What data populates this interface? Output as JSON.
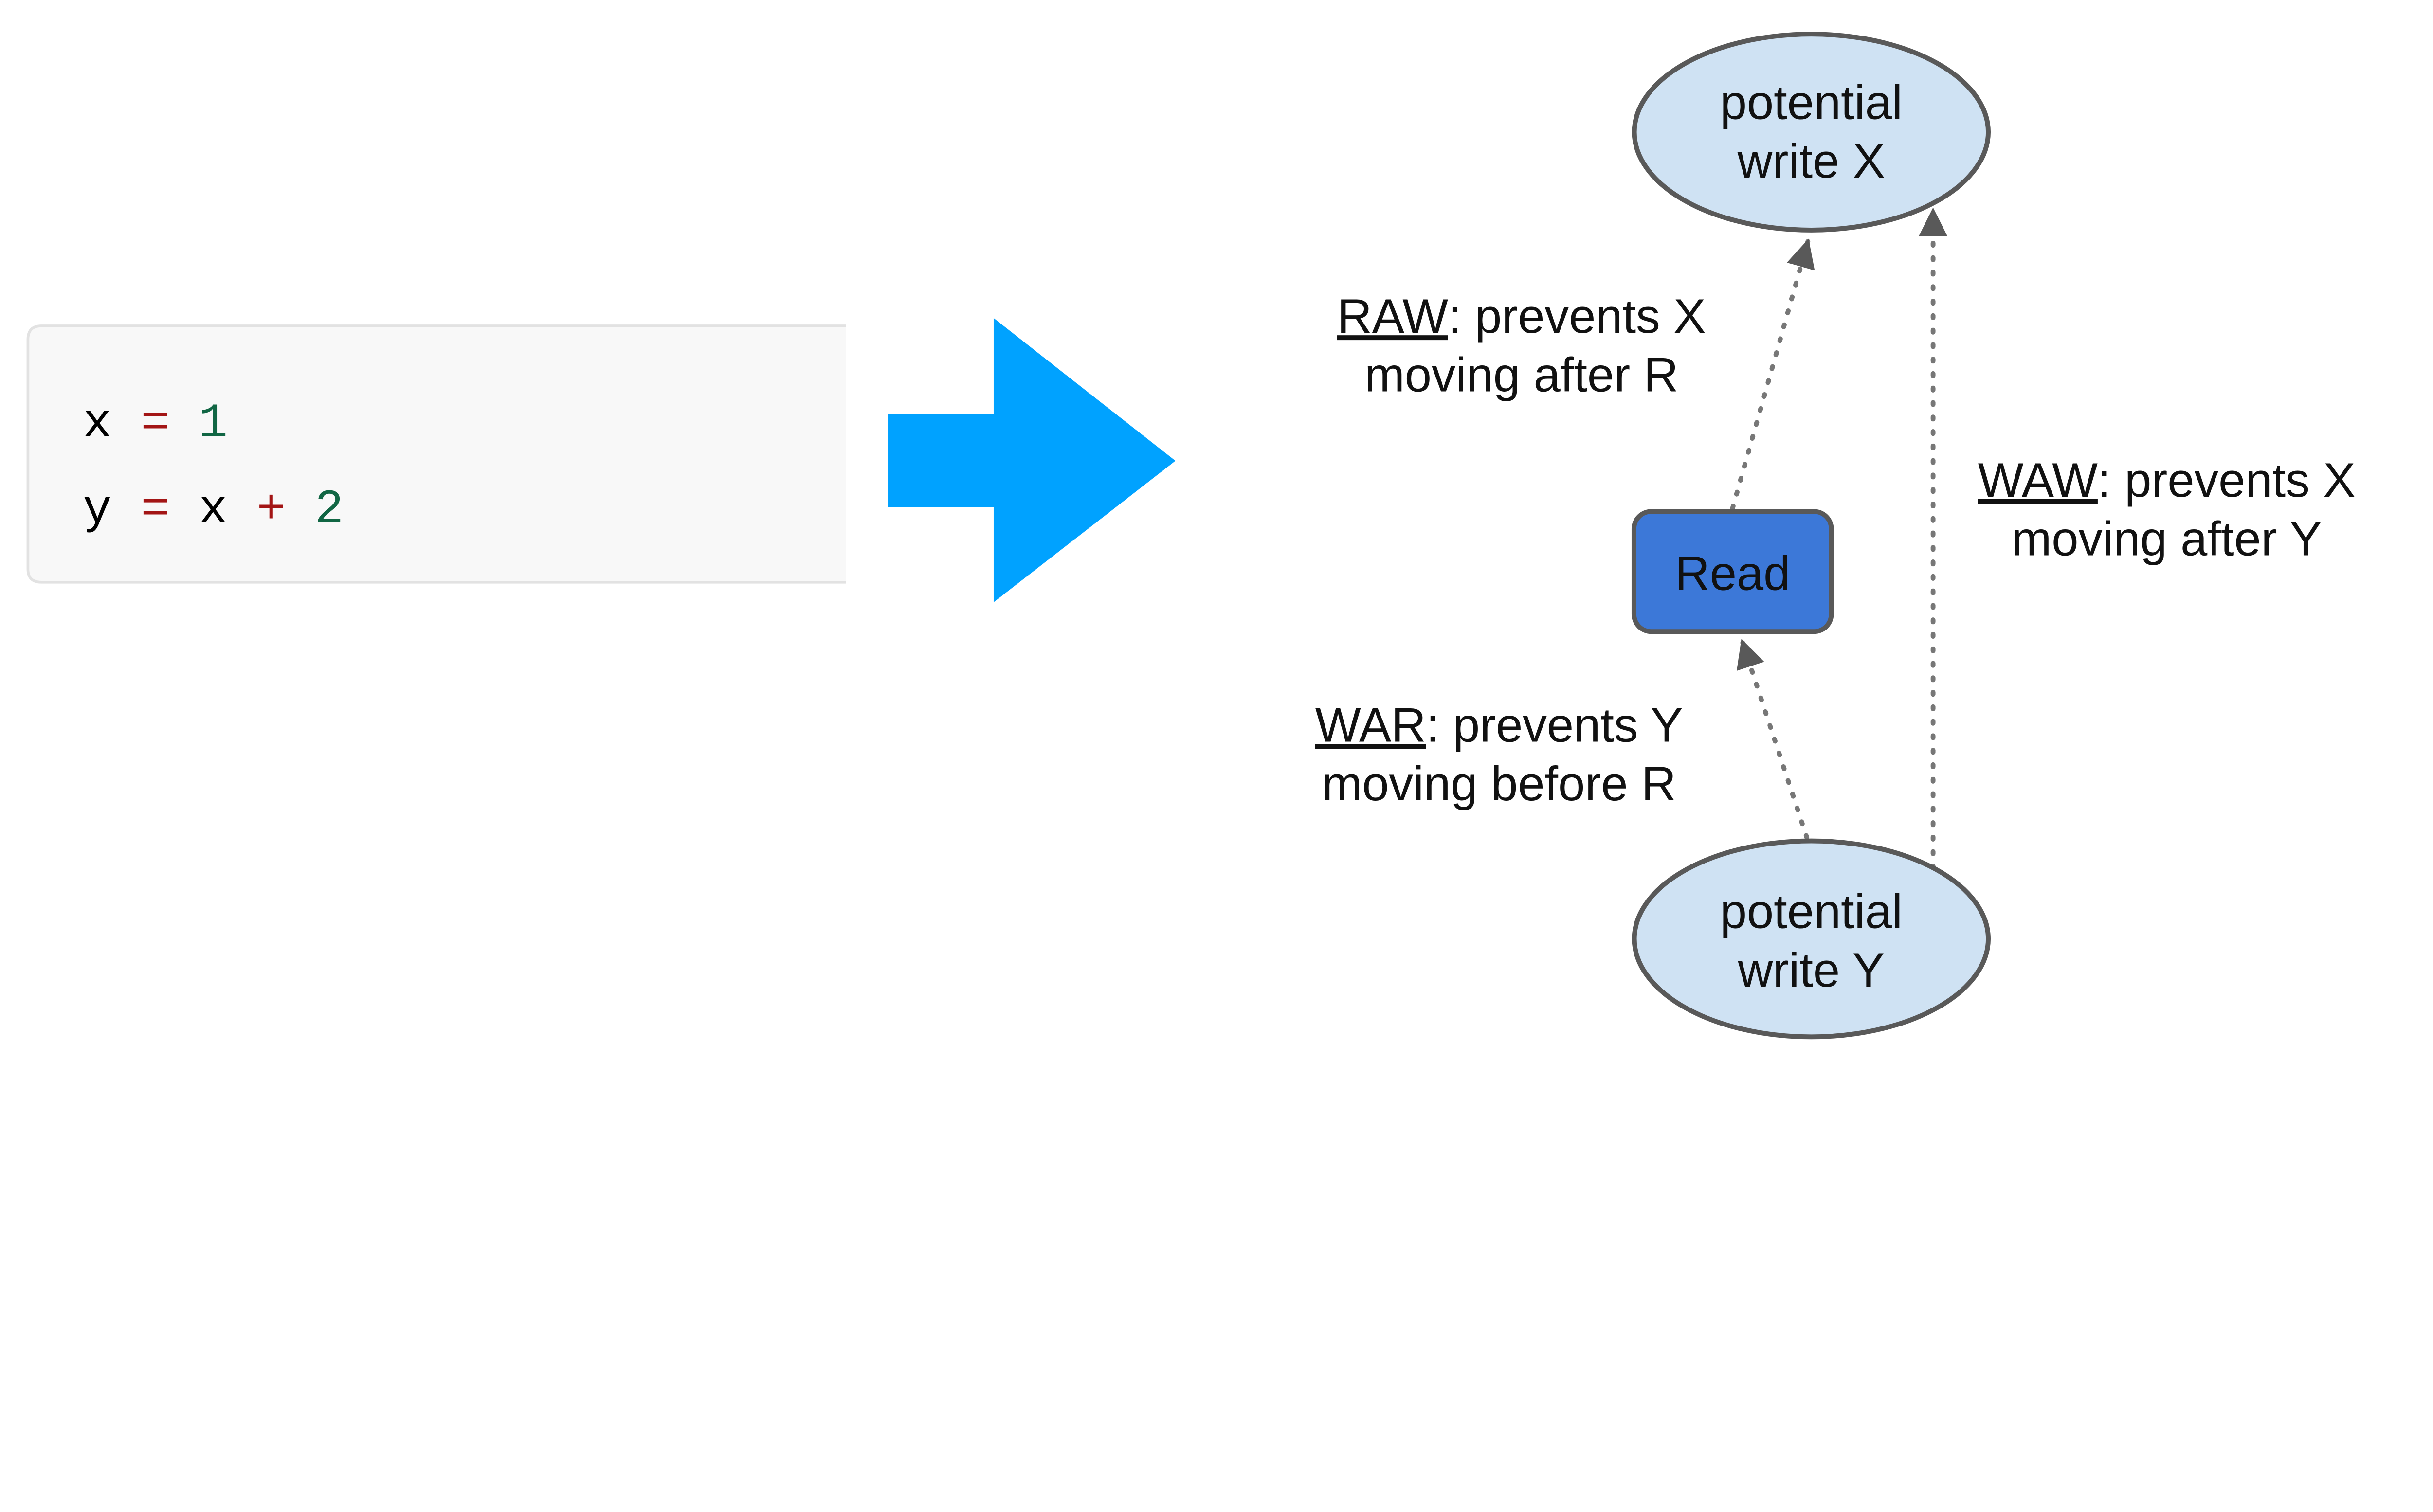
{
  "code": {
    "line1": {
      "var": "x",
      "op": "=",
      "num": "1"
    },
    "line2": {
      "var": "y",
      "op": "=",
      "var2": "x",
      "op2": "+",
      "num": "2"
    }
  },
  "colors": {
    "operator": "#a31515",
    "number": "#116644",
    "arrow": "#00a2ff",
    "node_fill": "#cfe2f3",
    "read_fill": "#3c78d8",
    "stroke": "#595959"
  },
  "nodes": {
    "write_x": {
      "line1": "potential",
      "line2": "write X"
    },
    "read": {
      "label": "Read"
    },
    "write_y": {
      "line1": "potential",
      "line2": "write Y"
    }
  },
  "edges": {
    "raw": {
      "abbr": "RAW",
      "rest": ": prevents X",
      "line2": "moving after R"
    },
    "waw": {
      "abbr": "WAW",
      "rest": ": prevents X",
      "line2": "moving after Y"
    },
    "war": {
      "abbr": "WAR",
      "rest": ": prevents Y",
      "line2": "moving before R"
    }
  }
}
